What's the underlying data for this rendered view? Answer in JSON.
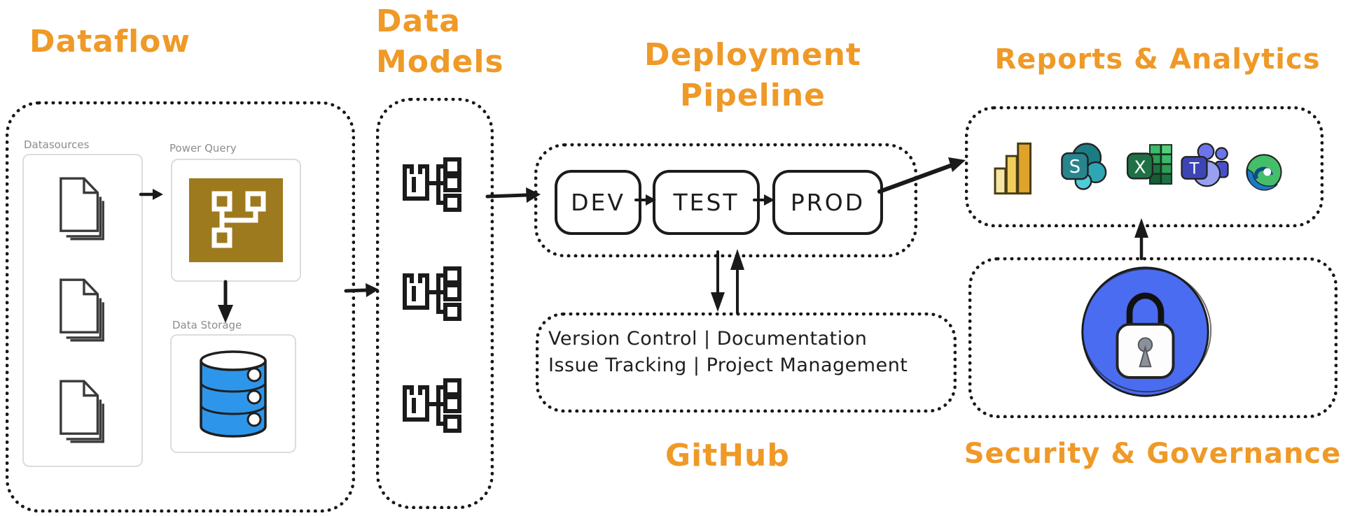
{
  "titles": {
    "dataflow": "Dataflow",
    "data_models": [
      "Data",
      "Models"
    ],
    "deployment_pipeline": [
      "Deployment",
      "Pipeline"
    ],
    "reports": "Reports & Analytics",
    "github": "GitHub",
    "security": "Security & Governance"
  },
  "dataflow_section": {
    "datasources_label": "Datasources",
    "power_query_label": "Power Query",
    "data_storage_label": "Data Storage",
    "datasource_file_count": 3
  },
  "data_models_section": {
    "model_icon_count": 3,
    "icon": "data-model-hierarchy-icon"
  },
  "pipeline_section": {
    "stages": [
      "DEV",
      "TEST",
      "PROD"
    ]
  },
  "github_section": {
    "line1": "Version Control | Documentation",
    "line2": "Issue Tracking | Project Management"
  },
  "reports_section": {
    "icons": [
      "power-bi-icon",
      "sharepoint-icon",
      "excel-icon",
      "teams-icon",
      "edge-icon"
    ],
    "sharepoint_letter": "S",
    "excel_letter": "X",
    "teams_letter": "T"
  },
  "security_section": {
    "icon": "lock-icon"
  },
  "colors": {
    "accent_orange": "#EF9927",
    "ink": "#1b1b1b",
    "label_gray": "#8d8d8d",
    "power_query_gold": "#9E7A1E",
    "storage_blue": "#2E96EA",
    "security_blue": "#4A6CF0",
    "keyhole_gray": "#8A919C",
    "powerbi_light": "#F6E6A6",
    "powerbi_mid": "#F0CE5E",
    "powerbi_dark": "#DFA32B",
    "sharepoint_teal": "#1C7C84",
    "excel_green": "#1F7145",
    "teams_purple": "#3D45B4",
    "edge_green": "#45BE69",
    "edge_blue": "#1B7AC8"
  }
}
